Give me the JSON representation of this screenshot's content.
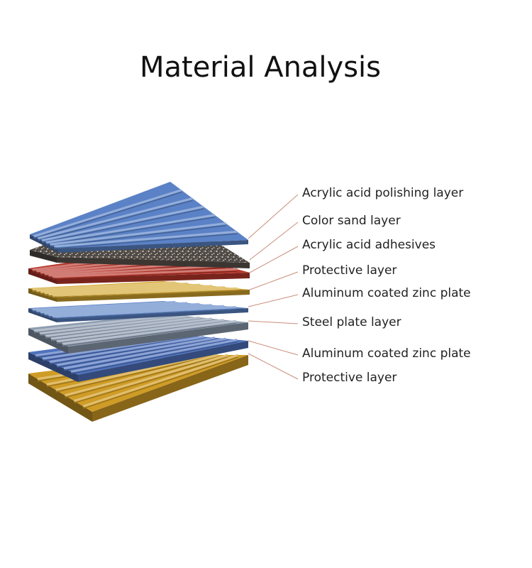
{
  "title": "Material Analysis",
  "layers": [
    {
      "label": "Acrylic acid polishing layer",
      "color": "#5b82c6"
    },
    {
      "label": "Color sand layer",
      "color": "#5c5650"
    },
    {
      "label": "Acrylic acid adhesives",
      "color": "#b8372c"
    },
    {
      "label": "Protective layer",
      "color": "#d3a52e"
    },
    {
      "label": "Aluminum coated zinc plate",
      "color": "#5b82c6"
    },
    {
      "label": "Steel plate layer",
      "color": "#8e9db1"
    },
    {
      "label": "Aluminum coated zinc plate",
      "color": "#4f72bd"
    },
    {
      "label": "Protective layer",
      "color": "#cf9c26"
    }
  ],
  "leader_color": "#c98e7a"
}
